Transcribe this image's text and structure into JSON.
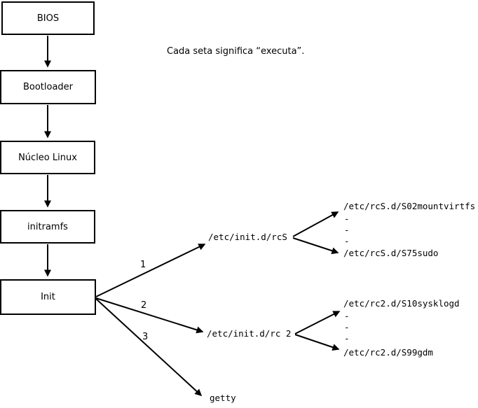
{
  "note": "Cada seta significa “executa”.",
  "flow_boxes": [
    {
      "label": "BIOS"
    },
    {
      "label": "Bootloader"
    },
    {
      "label": "Núcleo Linux"
    },
    {
      "label": "initramfs"
    },
    {
      "label": "Init"
    }
  ],
  "branches": [
    {
      "number": "1",
      "target": "/etc/init.d/rcS",
      "children": [
        "/etc/rcS.d/S02mountvirtfs",
        "/etc/rcS.d/S75sudo"
      ]
    },
    {
      "number": "2",
      "target": "/etc/init.d/rc 2",
      "children": [
        "/etc/rc2.d/S10sysklogd",
        "/etc/rc2.d/S99gdm"
      ]
    },
    {
      "number": "3",
      "target": "getty",
      "children": []
    }
  ],
  "ellipsis_char": "-",
  "colors": {
    "background": "#ffffff",
    "line": "#000000",
    "text": "#000000"
  }
}
